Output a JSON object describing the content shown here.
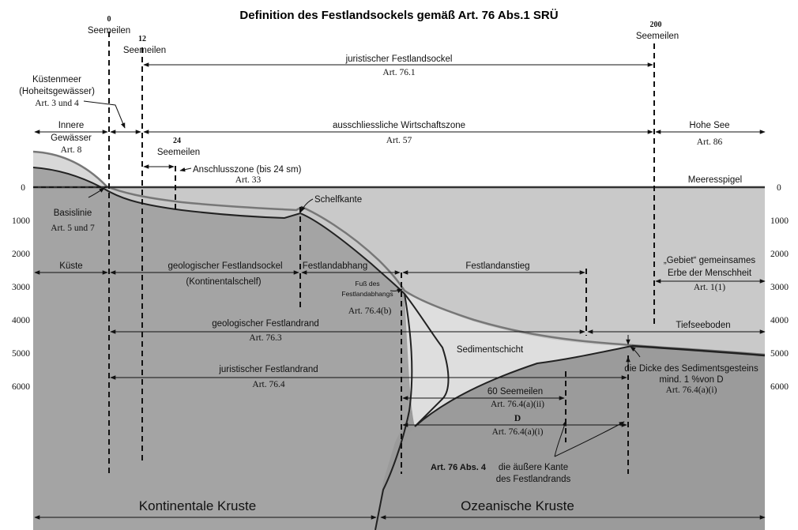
{
  "title": "Definition des Festlandsockels gemäß Art. 76 Abs.1 SRÜ",
  "markers": {
    "m0": {
      "num": "0",
      "unit": "Seemeilen"
    },
    "m12": {
      "num": "12",
      "unit": "Seemeilen"
    },
    "m24": {
      "num": "24",
      "unit": "Seemeilen"
    },
    "m200": {
      "num": "200",
      "unit": "Seemeilen"
    }
  },
  "zones": {
    "juristic_shelf": {
      "label": "juristischer Festlandsockel",
      "art": "Art. 76.1"
    },
    "territorial_sea": {
      "line1": "Küstenmeer",
      "line2": "(Hoheitsgewässer)",
      "art": "Art. 3 und 4"
    },
    "internal_waters": {
      "line1": "Innere",
      "line2": "Gewässer",
      "art": "Art. 8"
    },
    "eez": {
      "label": "ausschliessliche Wirtschaftszone",
      "art": "Art. 57"
    },
    "high_seas": {
      "label": "Hohe See",
      "art": "Art. 86"
    },
    "contiguous": {
      "label": "Anschlusszone (bis 24 sm)",
      "art": "Art. 33"
    },
    "sea_level": "Meeresspigel",
    "baseline": {
      "label": "Basislinie",
      "art": "Art. 5 und 7"
    },
    "shelf_edge": "Schelfkante",
    "coast": "Küste",
    "geo_shelf": {
      "line1": "geologischer Festlandsockel",
      "line2": "(Kontinentalschelf)"
    },
    "slope": "Festlandabhang",
    "rise": "Festlandanstieg",
    "area": {
      "line1": "„Gebiet“ gemeinsames",
      "line2": "Erbe der Menschheit",
      "art": "Art. 1(1)"
    },
    "foot": {
      "line1": "Fuß des",
      "line2": "Festlandabhangs",
      "art": "Art. 76.4(b)"
    },
    "geo_margin": {
      "label": "geologischer Festlandrand",
      "art": "Art. 76.3"
    },
    "deep_floor": "Tiefseeboden",
    "sediment": "Sedimentschicht",
    "thickness": {
      "line1": "die Dicke des Sedimentsgesteins",
      "line2": "mind. 1 %von D",
      "art": "Art. 76.4(a)(i)"
    },
    "juristic_margin": {
      "label": "juristischer Festlandrand",
      "art": "Art. 76.4"
    },
    "sixty": {
      "label": "60 Seemeilen",
      "art": "Art. 76.4(a)(ii)"
    },
    "dist_d": {
      "label": "D",
      "art": "Art. 76.4(a)(i)"
    },
    "outer_edge": {
      "bold": "Art. 76 Abs. 4",
      "line1": "die äußere Kante",
      "line2": "des Festlandrands"
    },
    "continental_crust": "Kontinentale Kruste",
    "oceanic_crust": "Ozeanische Kruste"
  },
  "depth_ticks": [
    "0",
    "1000",
    "2000",
    "3000",
    "4000",
    "5000",
    "6000"
  ],
  "colors": {
    "ocean": "#c8c8c8",
    "shelf_body": "#a6a6a6",
    "crust": "#9c9c9c",
    "sediment": "#dedede",
    "line": "#111111"
  }
}
